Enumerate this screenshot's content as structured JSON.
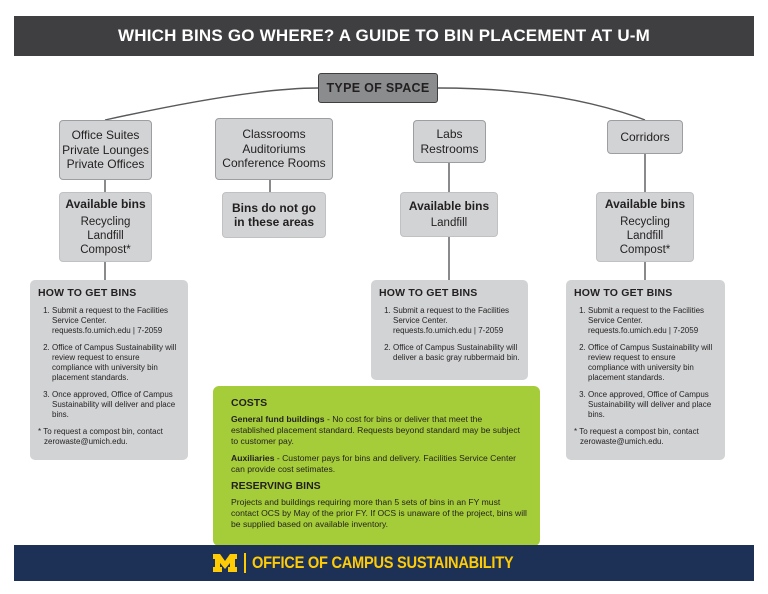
{
  "header": {
    "title": "WHICH BINS GO WHERE? A GUIDE TO BIN PLACEMENT AT U-M"
  },
  "root": {
    "label": "TYPE OF SPACE"
  },
  "categories": [
    {
      "lines": [
        "Office Suites",
        "Private Lounges",
        "Private Offices"
      ]
    },
    {
      "lines": [
        "Classrooms",
        "Auditoriums",
        "Conference Rooms"
      ]
    },
    {
      "lines": [
        "Labs",
        "Restrooms"
      ]
    },
    {
      "lines": [
        "Corridors"
      ]
    }
  ],
  "available_bins": [
    {
      "title": "Available bins",
      "lines": [
        "Recycling",
        "Landfill",
        "Compost*"
      ]
    },
    {
      "lines": [
        "Bins do not go",
        "in these areas"
      ]
    },
    {
      "title": "Available bins",
      "lines": [
        "Landfill"
      ]
    },
    {
      "title": "Available bins",
      "lines": [
        "Recycling",
        "Landfill",
        "Compost*"
      ]
    }
  ],
  "howto": {
    "left": {
      "title": "HOW TO GET BINS",
      "steps": [
        "Submit a request to the Facilities Service Center. requests.fo.umich.edu | 7-2059",
        "Office of Campus Sustainability will review request to ensure compliance with university bin placement standards.",
        "Once approved, Office of Campus Sustainability will deliver and place bins."
      ],
      "note": "* To request a compost bin, contact zerowaste@umich.edu."
    },
    "middle": {
      "title": "HOW TO GET BINS",
      "steps": [
        "Submit a request to the Facilities Service Center. requests.fo.umich.edu | 7-2059",
        "Office of Campus Sustainability will deliver a basic gray rubbermaid bin."
      ]
    },
    "right": {
      "title": "HOW TO GET BINS",
      "steps": [
        "Submit a request to the Facilities Service Center. requests.fo.umich.edu | 7-2059",
        "Office of Campus Sustainability will review request to ensure compliance with university bin placement standards.",
        "Once approved, Office of Campus Sustainability will deliver and place bins."
      ],
      "note": "* To request a compost bin, contact zerowaste@umich.edu."
    }
  },
  "costs": {
    "heading": "COSTS",
    "general_label": "General fund buildings",
    "general_text": " - No cost for bins or deliver that meet the established placement standard. Requests beyond standard may be subject to customer pay.",
    "aux_label": "Auxiliaries",
    "aux_text": " - Customer pays for bins and delivery. Facilities Service Center can provide cost setimates.",
    "reserving_heading": "RESERVING BINS",
    "reserving_text": "Projects and buildings requiring more than 5 sets of bins in an FY must contact OCS by May of the prior FY.  If OCS is unaware of the project, bins will be supplied based on available inventory."
  },
  "footer": {
    "text": "OFFICE OF CAMPUS SUSTAINABILITY"
  },
  "colors": {
    "header_bg": "#3f3f41",
    "box_gray": "#d1d3d4",
    "root_gray": "#8a8c8e",
    "costs_green": "#a5cd39",
    "footer_navy": "#1d3157",
    "footer_maize": "#ffcb05"
  }
}
